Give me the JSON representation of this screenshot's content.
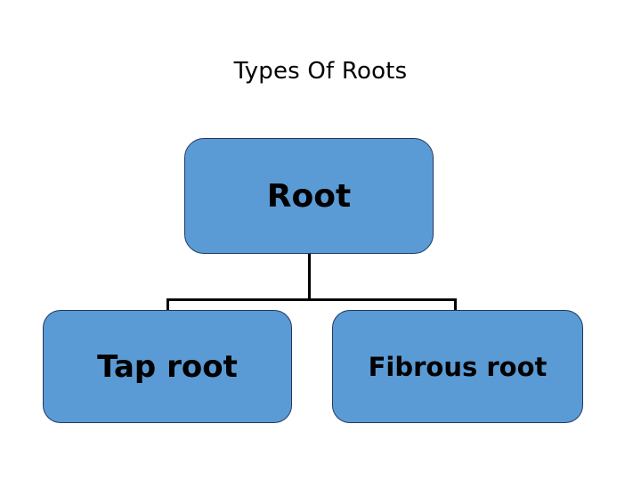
{
  "slide": {
    "title": "Types Of Roots",
    "background_color": "#FFFFFF"
  },
  "theme": {
    "node_fill": "#5B9BD5",
    "node_border": "#1F3864",
    "connector_color": "#000000",
    "text_color": "#000000"
  },
  "diagram": {
    "type": "hierarchy",
    "root": {
      "label": "Root"
    },
    "children": [
      {
        "label": "Tap root"
      },
      {
        "label": "Fibrous root"
      }
    ],
    "connectors": [
      {
        "name": "stem",
        "from": "Root",
        "to": "branch-bar"
      },
      {
        "name": "branch-bar",
        "from": "branch-bar",
        "to": "Tap root"
      },
      {
        "name": "branch-bar",
        "from": "branch-bar",
        "to": "Fibrous root"
      }
    ]
  }
}
